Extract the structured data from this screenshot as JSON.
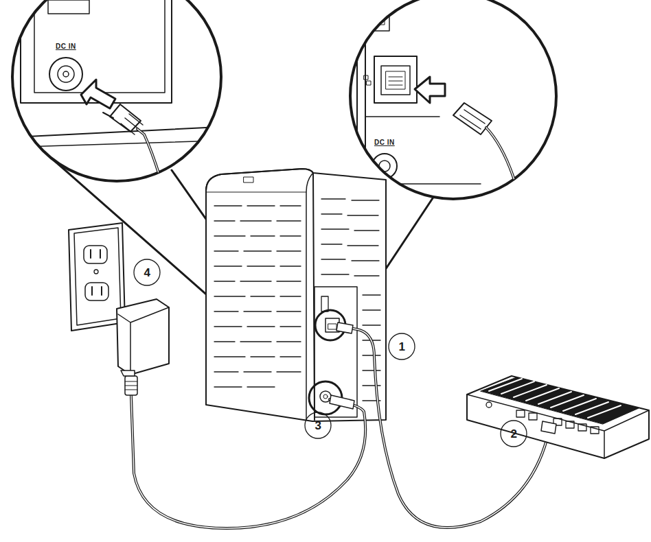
{
  "diagram": {
    "labels": [
      "1",
      "2",
      "3",
      "4",
      "DC IN",
      "DC IN"
    ]
  }
}
